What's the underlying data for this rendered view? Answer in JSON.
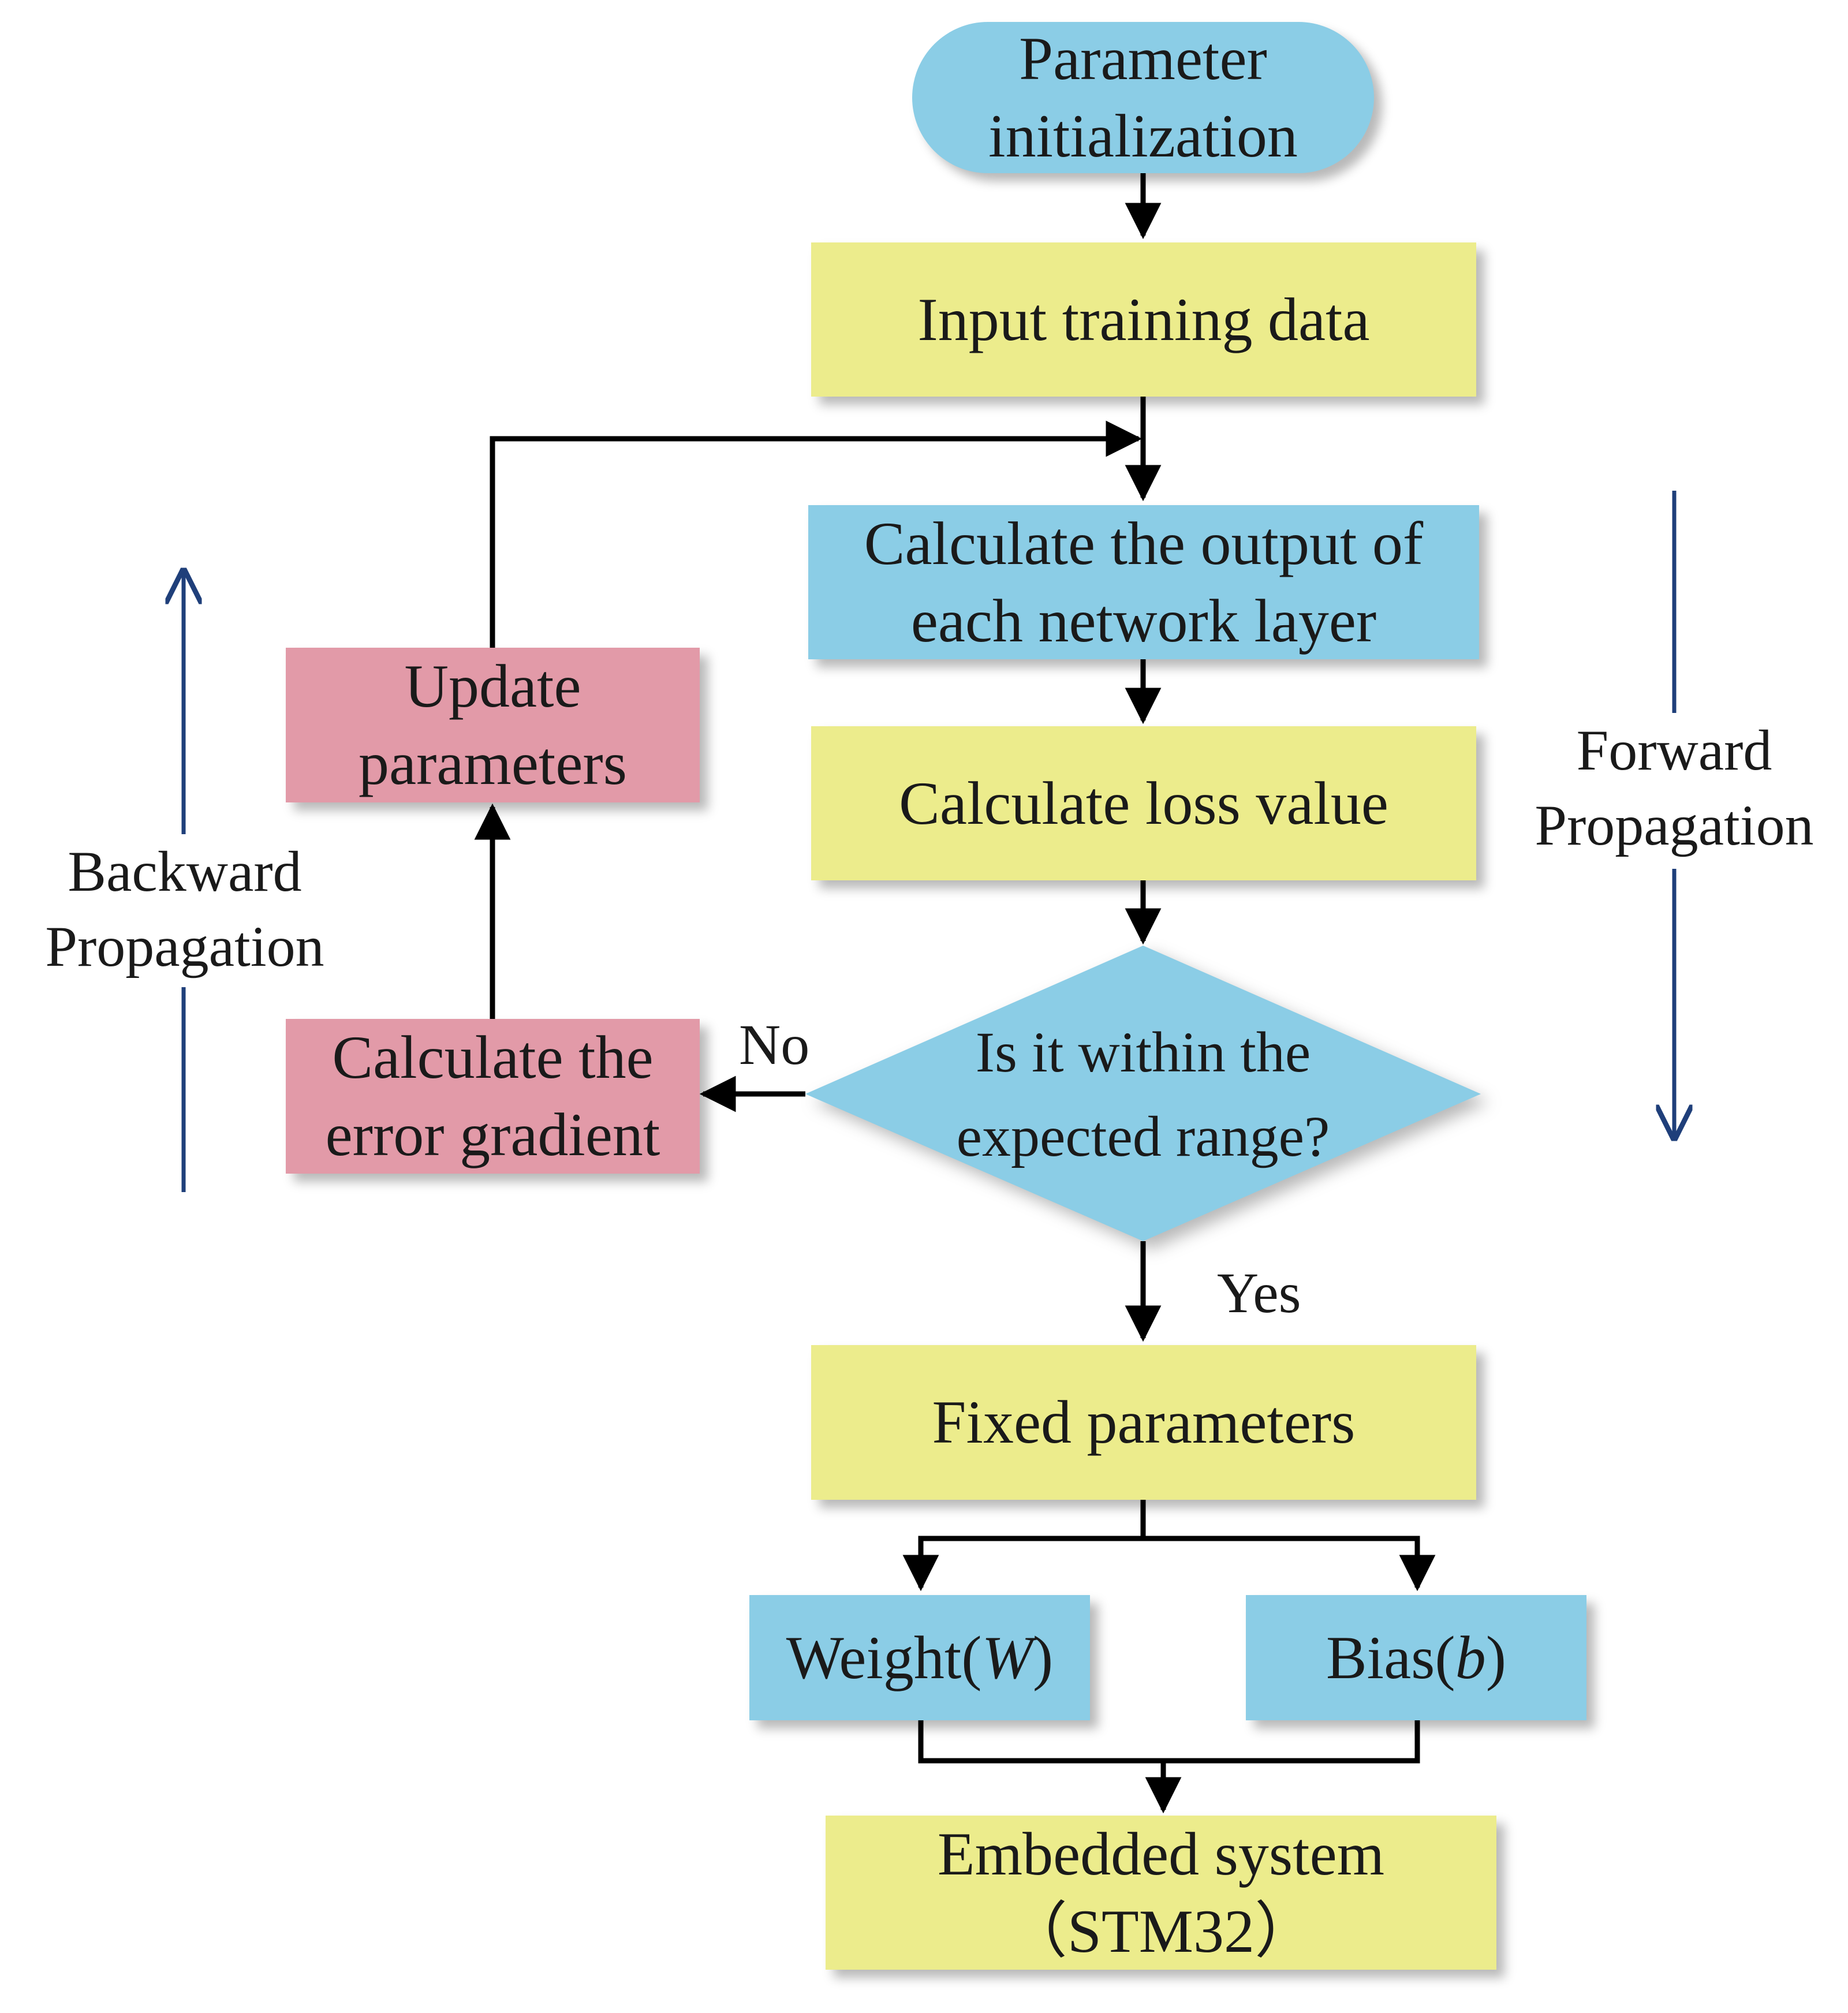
{
  "nodes": {
    "start": [
      "Parameter",
      "initialization"
    ],
    "input": [
      "Input training data"
    ],
    "calc_output": [
      "Calculate the output of",
      "each network layer"
    ],
    "calc_loss": [
      "Calculate loss value"
    ],
    "decision": [
      "Is it within the",
      "expected range?"
    ],
    "fixed": [
      "Fixed parameters"
    ],
    "weight": {
      "prefix": "Weight(",
      "var": "W",
      "suffix": ")"
    },
    "bias": {
      "prefix": "Bias(",
      "var": "b",
      "suffix": ")"
    },
    "embedded": [
      "Embedded system",
      "（STM32）"
    ],
    "error_gradient": [
      "Calculate the",
      "error gradient"
    ],
    "update": [
      "Update",
      "parameters"
    ]
  },
  "edge_labels": {
    "no": "No",
    "yes": "Yes"
  },
  "side_labels": {
    "forward": [
      "Forward",
      "Propagation"
    ],
    "backward": [
      "Backward",
      "Propagation"
    ]
  },
  "colors": {
    "yellow": "#ecec8c",
    "blue": "#8bcde6",
    "pink": "#e29aa8",
    "side_arrow": "#1f3f7a",
    "flow_arrow": "#000000"
  }
}
